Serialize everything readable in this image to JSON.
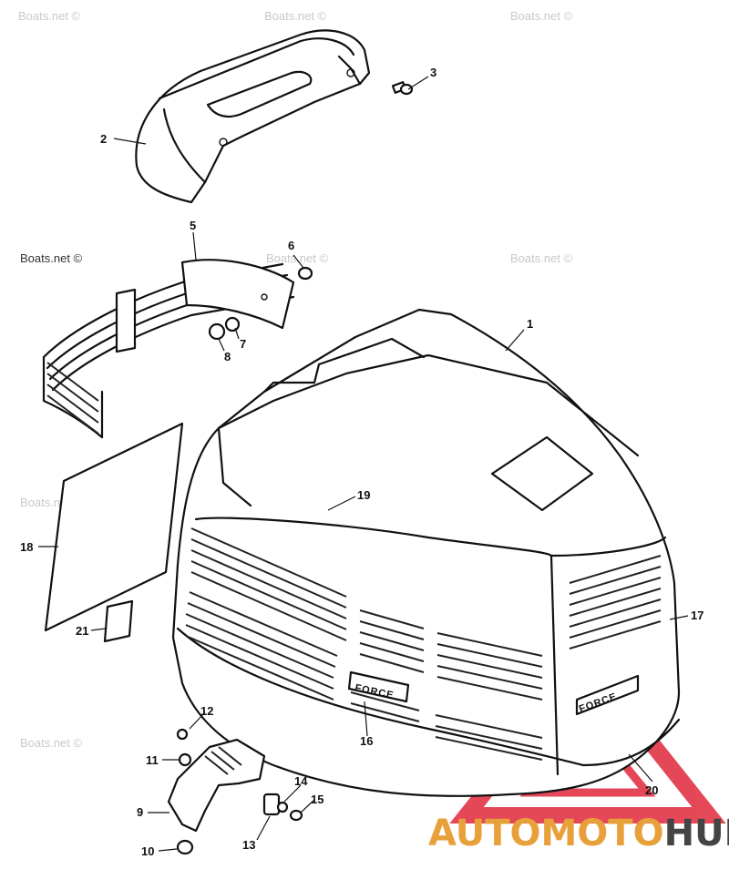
{
  "watermark": "Boats.net ©",
  "logo": {
    "brand": "AUTOMOTOHUB",
    "auto": "AUTO",
    "moto": "MOTO",
    "hub": "HUB",
    "accent": "#e8a13a",
    "triangle_color": "#e0283a"
  },
  "badge": "FORCE",
  "callouts": [
    "1",
    "2",
    "3",
    "5",
    "6",
    "7",
    "8",
    "9",
    "10",
    "11",
    "12",
    "13",
    "14",
    "15",
    "16",
    "17",
    "18",
    "19",
    "20",
    "21"
  ]
}
